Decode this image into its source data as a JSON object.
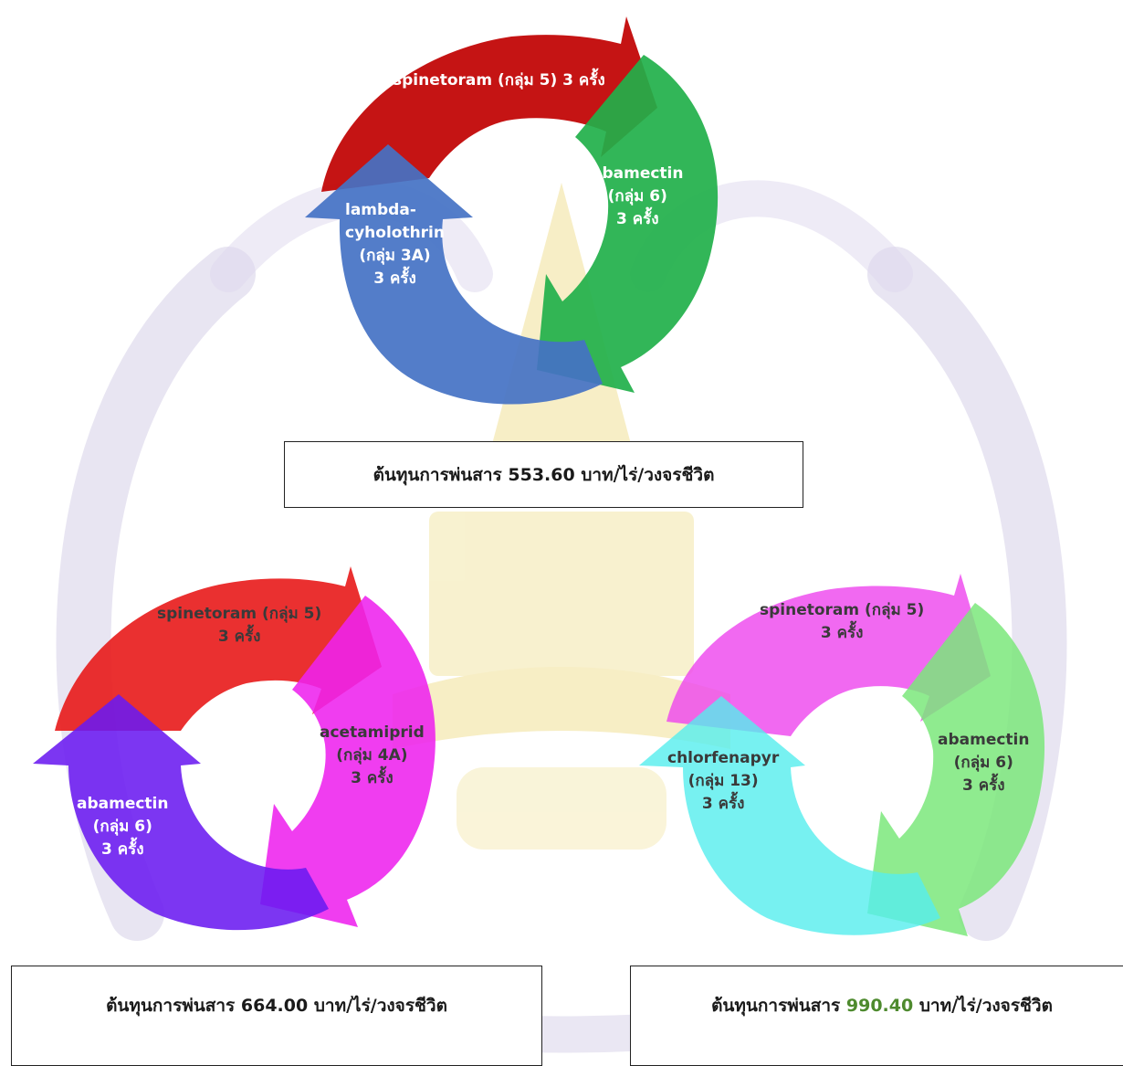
{
  "colors": {
    "top": [
      "#c00000",
      "#21b04a",
      "#4472c4"
    ],
    "left": [
      "#e8191a",
      "#ee22ee",
      "#6a1af0"
    ],
    "right": [
      "#ee44ee",
      "#7be87b",
      "#55eeee"
    ],
    "watermark": "#cfc8e8",
    "watermark_gold": "#f2e3a0"
  },
  "cycles": {
    "top": {
      "labels": [
        {
          "lines": [
            "spinetoram (กลุ่ม 5) 3 ครั้ง"
          ]
        },
        {
          "lines": [
            "abamectin",
            "(กลุ่ม 6)",
            "3 ครั้ง"
          ]
        },
        {
          "lines": [
            "lambda-",
            "cyholothrin",
            "(กลุ่ม 3A)",
            "3 ครั้ง"
          ]
        }
      ],
      "cost": {
        "prefix": "ต้นทุนการพ่นสาร",
        "value": "553.60",
        "suffix": "บาท/ไร่/วงจรชีวิต"
      }
    },
    "left": {
      "labels": [
        {
          "lines": [
            "spinetoram (กลุ่ม 5)",
            "3 ครั้ง"
          ]
        },
        {
          "lines": [
            "acetamiprid",
            "(กลุ่ม 4A)",
            "3 ครั้ง"
          ]
        },
        {
          "lines": [
            "abamectin",
            "(กลุ่ม 6)",
            "3 ครั้ง"
          ]
        }
      ],
      "cost": {
        "prefix": "ต้นทุนการพ่นสาร",
        "value": "664.00",
        "suffix": "บาท/ไร่/วงจรชีวิต"
      }
    },
    "right": {
      "labels": [
        {
          "lines": [
            "spinetoram (กลุ่ม 5)",
            "3 ครั้ง"
          ]
        },
        {
          "lines": [
            "abamectin",
            "(กลุ่ม 6)",
            "3 ครั้ง"
          ]
        },
        {
          "lines": [
            "chlorfenapyr",
            "(กลุ่ม 13)",
            "3 ครั้ง"
          ]
        }
      ],
      "cost": {
        "prefix": "ต้นทุนการพ่นสาร",
        "value": "990.40",
        "suffix": "บาท/ไร่/วงจรชีวิต"
      }
    }
  }
}
